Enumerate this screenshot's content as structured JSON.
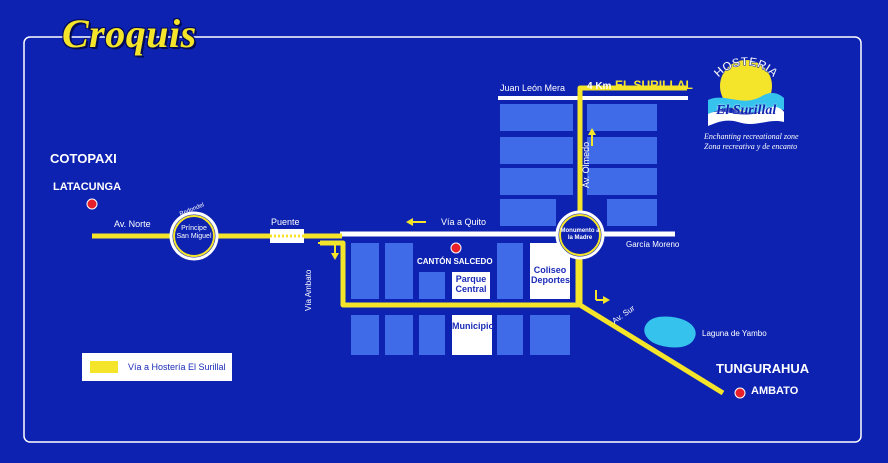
{
  "title": "Croquis",
  "logo": {
    "name_top": "HOSTERIA",
    "name_bottom": "El Surillal",
    "tagline_en": "Enchanting recreational zone",
    "tagline_es": "Zona recreativa y de encanto"
  },
  "provinces": {
    "north": "COTOPAXI",
    "south": "TUNGURAHUA"
  },
  "cities": {
    "latacunga": "LATACUNGA",
    "ambato": "AMBATO",
    "salcedo": "CANTÓN SALCEDO"
  },
  "streets": {
    "av_norte": "Av. Norte",
    "puente": "Puente",
    "via_quito": "Vía a Quito",
    "garcia_moreno": "García Moreno",
    "via_ambato": "Vía Ambato",
    "av_olmedo": "Av. Olmedo",
    "av_sur": "Av. Sur",
    "juan_leon_mera": "Juan León Mera",
    "distance": "4 Km",
    "destination": "EL SURILLAL"
  },
  "landmarks": {
    "redondel_label": "Redondel",
    "redondel_name": "Príncipe San Miguel",
    "monumento": "Monumento a la Madre",
    "parque": "Parque Central",
    "coliseo": "Coliseo Deportes",
    "municipio": "Municipio",
    "laguna": "Laguna de Yambo"
  },
  "legend": {
    "label": "Vía a Hostería El Surillal"
  },
  "colors": {
    "background": "#0d22b0",
    "panel_border": "#ffffff",
    "route": "#f5e52a",
    "block": "#3f6ae8",
    "city_dot": "#e8202a",
    "lagoon": "#35c2ec"
  }
}
